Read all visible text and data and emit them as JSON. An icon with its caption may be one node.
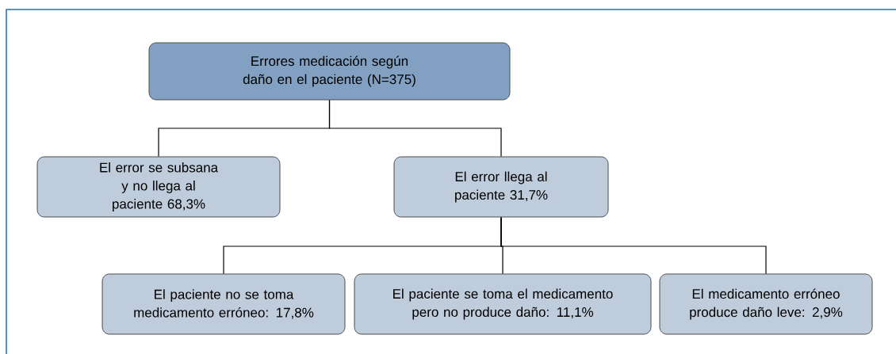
{
  "diagram": {
    "nodes": [
      {
        "text": [
          "Errores medicación según daño en el paciente (N=375)"
        ]
      },
      {
        "text": [
          "El error se subsana y no llega al paciente 68,3%"
        ]
      },
      {
        "text": [
          "El error llega al paciente 31,7%"
        ]
      },
      {
        "text": [
          "El paciente no se toma medicamento erróneo: 17,8%"
        ]
      },
      {
        "text": [
          "El paciente se toma el medicamento pero no produce daño: 11,1%"
        ]
      },
      {
        "text": [
          "El medicamento erróneo produce daño leve: 2,9%"
        ]
      }
    ],
    "edges": [
      {
        "from": 0,
        "to": 1,
        "arrow": "none"
      },
      {
        "from": 0,
        "to": 2,
        "arrow": "none"
      },
      {
        "from": 2,
        "to": 3,
        "arrow": "none"
      },
      {
        "from": 2,
        "to": 4,
        "arrow": "none"
      },
      {
        "from": 2,
        "to": 5,
        "arrow": "none"
      }
    ]
  }
}
